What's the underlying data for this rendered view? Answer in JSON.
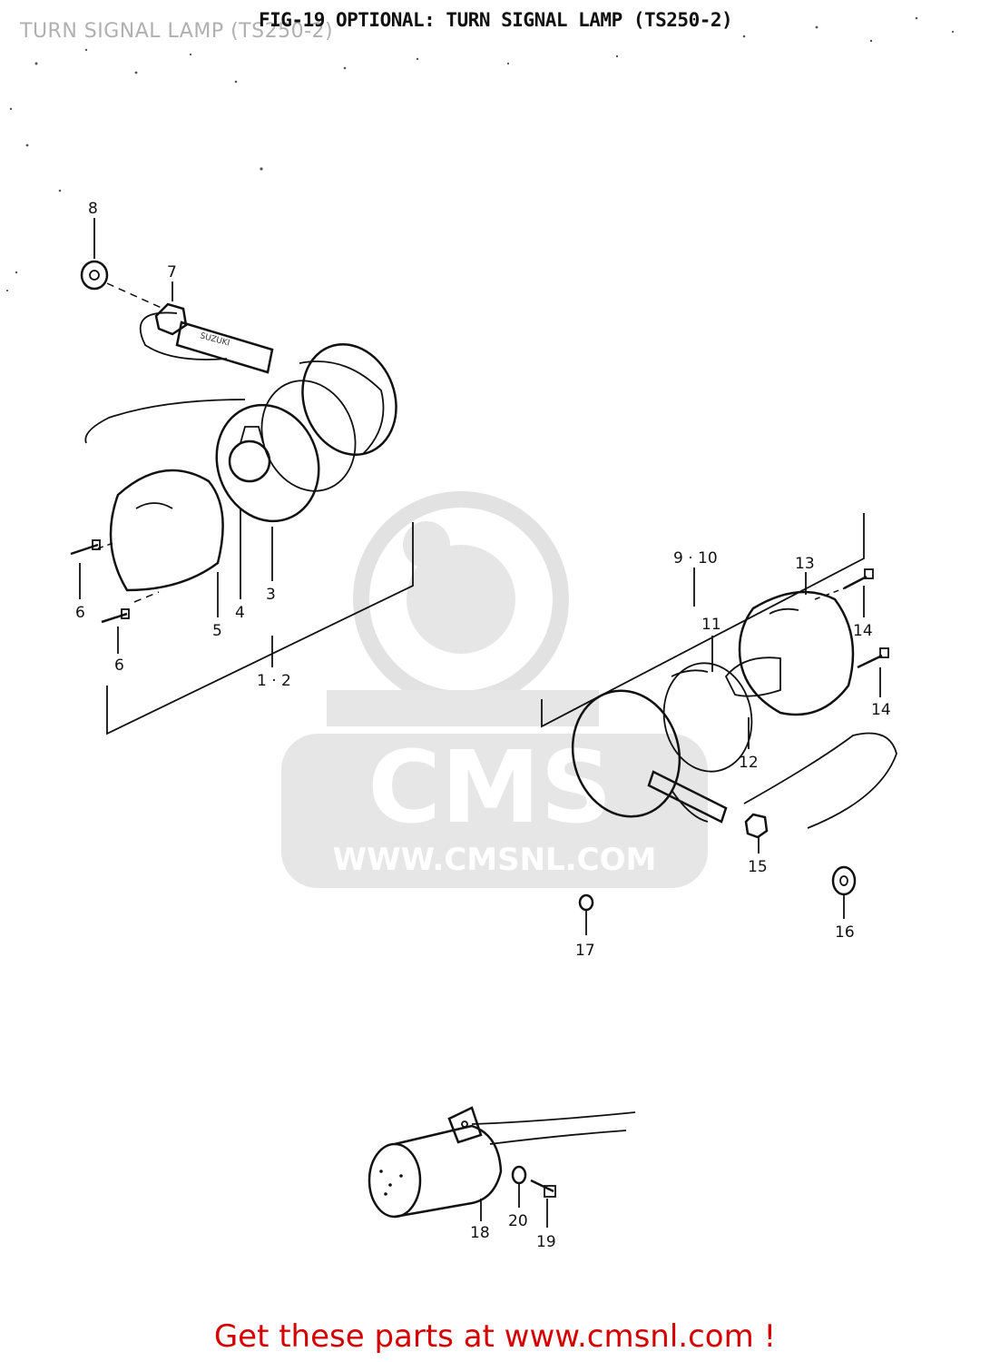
{
  "overlay_title": "TURN SIGNAL LAMP (TS250-2)",
  "figure_title": "FIG-19 OPTIONAL: TURN SIGNAL LAMP (TS250-2)",
  "callouts": {
    "c1_2": "1 · 2",
    "c3": "3",
    "c4": "4",
    "c5": "5",
    "c6a": "6",
    "c6b": "6",
    "c7": "7",
    "c8": "8",
    "c9_10": "9 · 10",
    "c11": "11",
    "c12": "12",
    "c13": "13",
    "c14a": "14",
    "c14b": "14",
    "c15": "15",
    "c16": "16",
    "c17": "17",
    "c18": "18",
    "c19": "19",
    "c20": "20"
  },
  "watermark": {
    "brand": "CMS",
    "url": "WWW.CMSNL.COM"
  },
  "footer_text": "Get these parts at www.cmsnl.com !",
  "colors": {
    "footer": "#d50000",
    "overlay_title": "#b0b0b0",
    "watermark": "#e6e6e6"
  }
}
